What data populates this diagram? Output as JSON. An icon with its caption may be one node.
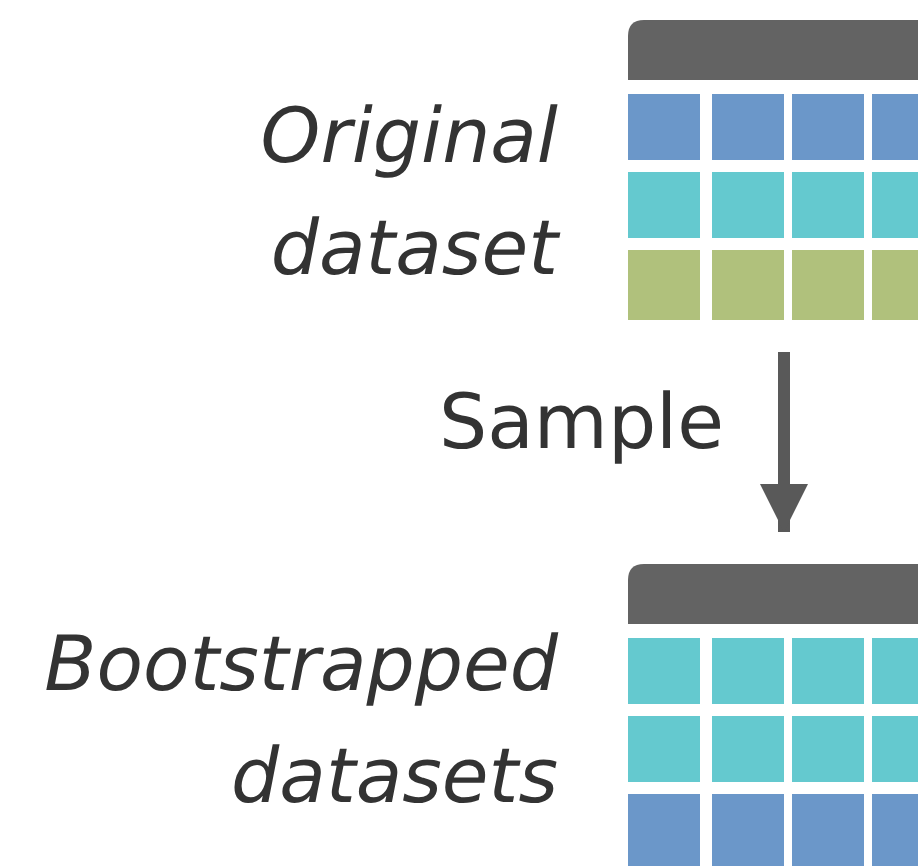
{
  "diagram": {
    "nodes": [
      {
        "text": [
          "Original dataset"
        ]
      },
      {
        "text": [
          "Bootstrapped datasets"
        ]
      }
    ],
    "edges": [
      {
        "from": 0,
        "to": 1,
        "arrow": "to",
        "label": "Sample"
      }
    ]
  }
}
